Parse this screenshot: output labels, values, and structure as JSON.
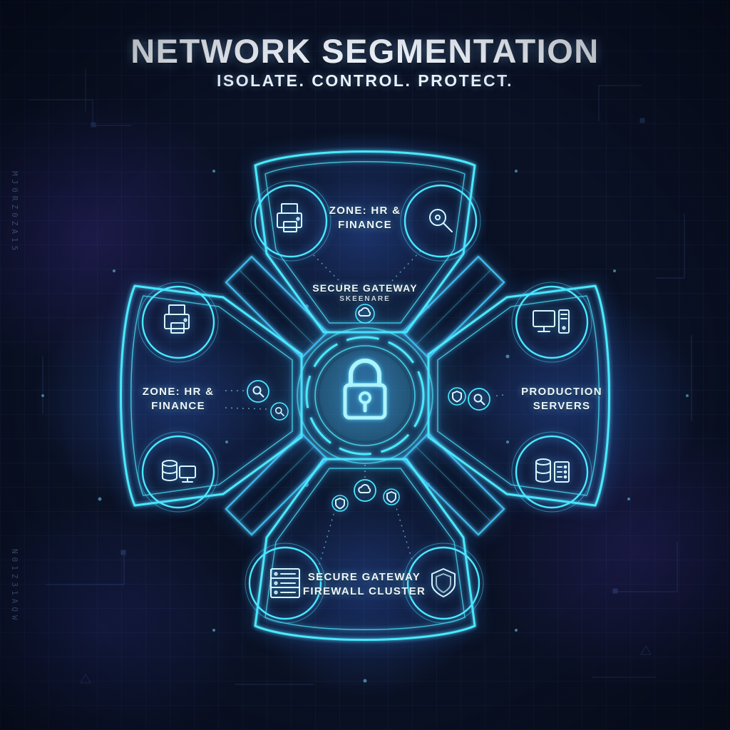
{
  "header": {
    "title": "NETWORK SEGMENTATION",
    "subtitle": "ISOLATE. CONTROL. PROTECT."
  },
  "zones": {
    "top": {
      "name_line1": "ZONE: HR &",
      "name_line2": "FINANCE",
      "gateway_line1": "SECURE GATEWAY",
      "gateway_line2": "SKEENARE",
      "icons": [
        "printer-icon",
        "search-icon"
      ]
    },
    "left": {
      "name_line1": "ZONE: HR &",
      "name_line2": "FINANCE",
      "icons": [
        "printer-icon",
        "workstation-database-icon"
      ]
    },
    "right": {
      "name_line1": "PRODUCTION",
      "name_line2": "SERVERS",
      "icons": [
        "desktop-computer-icon",
        "database-server-icon"
      ]
    },
    "bottom": {
      "name_line1": "SECURE GATEWAY",
      "name_line2": "FIREWALL CLUSTER",
      "icons": [
        "server-rack-icon",
        "shield-icon"
      ]
    }
  },
  "center": {
    "icon": "padlock-icon"
  },
  "badges": [
    "search-icon",
    "search-icon",
    "shield-icon",
    "search-icon",
    "cloud-icon",
    "shield-icon",
    "shield-icon",
    "cloud-icon"
  ],
  "decor": {
    "side_text_top": "MJ0RZ0ZA15",
    "side_text_bottom": "N01Z31AQW"
  },
  "colors": {
    "background": "#0a1124",
    "neon_cyan": "#49e9ff",
    "neon_blue": "#2e6bff",
    "text": "#eef7ff"
  }
}
